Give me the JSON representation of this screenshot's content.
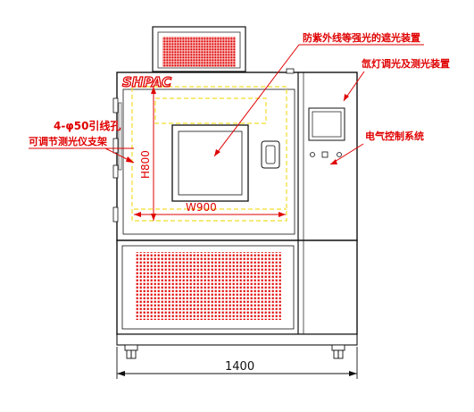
{
  "brand": {
    "logo": "SHPAC"
  },
  "callouts": {
    "shading_device": "防紫外线等强光的遮光装置",
    "xenon_lamp": "氙灯调光及测光装置",
    "control_system": "电气控制系统",
    "cable_hole_line1": "4-φ50引线孔",
    "cable_hole_line2": "可调节测光仪支架"
  },
  "dimensions": {
    "height_label": "H800",
    "width_label": "W900",
    "overall_width": "1400"
  },
  "colors": {
    "line": "#111111",
    "accent": "#e00000",
    "hidden": "#f2dd2a"
  }
}
